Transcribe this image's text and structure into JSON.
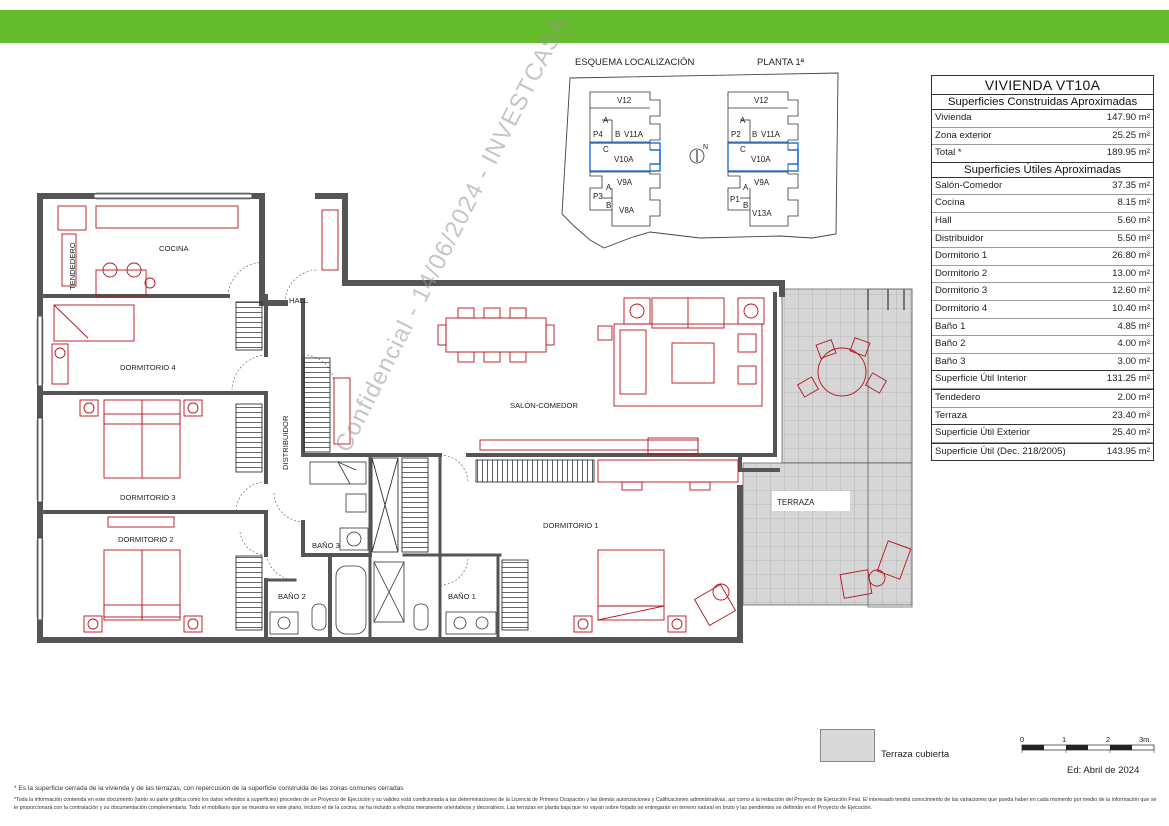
{
  "header": {
    "bar_color": "#66bb2d"
  },
  "location": {
    "title": "ESQUEMA LOCALIZACIÓN",
    "floor": "PLANTA 1ª",
    "left_units": [
      "V12",
      "A",
      "P4",
      "B",
      "V11A",
      "C",
      "V10A",
      "V9A",
      "A",
      "P3",
      "B",
      "V8A"
    ],
    "right_units": [
      "V12",
      "A",
      "P2",
      "B",
      "V11A",
      "C",
      "V10A",
      "V9A",
      "A",
      "P1",
      "B",
      "V13A"
    ],
    "north": "N",
    "highlight_color": "#1f6fd0"
  },
  "watermark": "Confidencial - 14/06/2024 - INVESTCASA",
  "rooms": {
    "cocina": "COCINA",
    "tendedero": "TENDEDERO",
    "hall": "HALL",
    "dormitorio4": "DORMITORIO 4",
    "dormitorio3": "DORMITORIO 3",
    "dormitorio2": "DORMITORIO 2",
    "dormitorio1": "DORMITORIO 1",
    "distribuidor": "DISTRIBUIDOR",
    "salon": "SALÓN-COMEDOR",
    "bano3": "BAÑO 3",
    "bano2": "BAÑO 2",
    "bano1": "BAÑO 1",
    "terraza": "TERRAZA"
  },
  "surfaces": {
    "title": "VIVIENDA VT10A",
    "constructed_header": "Superficies Construidas Aproximadas",
    "constructed": [
      {
        "label": "Vivienda",
        "value": "147.90 m²"
      },
      {
        "label": "Zona exterior",
        "value": "25.25 m²"
      },
      {
        "label": "Total *",
        "value": "189.95 m²"
      }
    ],
    "useful_header": "Superficies Útiles Aproximadas",
    "useful": [
      {
        "label": "Salón-Comedor",
        "value": "37.35 m²"
      },
      {
        "label": "Cocina",
        "value": "8.15 m²"
      },
      {
        "label": "Hall",
        "value": "5.60 m²"
      },
      {
        "label": "Distribuidor",
        "value": "5.50 m²"
      },
      {
        "label": "Dormitorio 1",
        "value": "26.80 m²"
      },
      {
        "label": "Dormitorio 2",
        "value": "13.00 m²"
      },
      {
        "label": "Dormitorio 3",
        "value": "12.60 m²"
      },
      {
        "label": "Dormitorio 4",
        "value": "10.40 m²"
      },
      {
        "label": "Baño 1",
        "value": "4.85 m²"
      },
      {
        "label": "Baño 2",
        "value": "4.00 m²"
      },
      {
        "label": "Baño 3",
        "value": "3.00 m²"
      }
    ],
    "interior": {
      "label": "Superficie Útil Interior",
      "value": "131.25 m²"
    },
    "exterior_items": [
      {
        "label": "Tendedero",
        "value": "2.00 m²"
      },
      {
        "label": "Terraza",
        "value": "23.40 m²"
      }
    ],
    "exterior": {
      "label": "Superficie Útil Exterior",
      "value": "25.40 m²"
    },
    "decree": {
      "label": "Superficie Útil (Dec. 218/2005)",
      "value": "143.95 m²"
    }
  },
  "legend": {
    "label": "Terraza cubierta"
  },
  "scale": {
    "ticks": [
      "0",
      "1",
      "2",
      "3m."
    ]
  },
  "edition": "Ed: Abril de 2024",
  "notes": {
    "line1": "* Es la superficie cerrada de la vivienda y de las terrazas, con repercusión de la superficie construida de las zonas comunes cerradas",
    "line2": "*Toda la información contenida en este documento (tanto su parte gráfica como los datos referidos a superficies) proceden de un Proyecto de Ejecución y su validez está condicionada a las determinaciones de la Licencia de Primera Ocupación y las demás autorizaciones y Calificaciones administrativas, así como a la redacción del Proyecto de Ejecución Final. El interesado tendrá conocimiento de las variaciones que pueda haber en cada momento por medio de la información que se le proporcionará con la contratación y su documentación complementaria. Todo el mobiliario que se muestra en este plano, incluso el de la cocina, se ha incluido a efectos meramente orientativos y decorativos. Las terrazas en planta baja que no vayan sobre forjado se entregarán en terreno natural en bruto y las pendientes se definirán en el Proyecto de Ejecución."
  },
  "colors": {
    "wall": "#555555",
    "furniture": "#b5121b",
    "terrace": "#d6d6d6"
  }
}
